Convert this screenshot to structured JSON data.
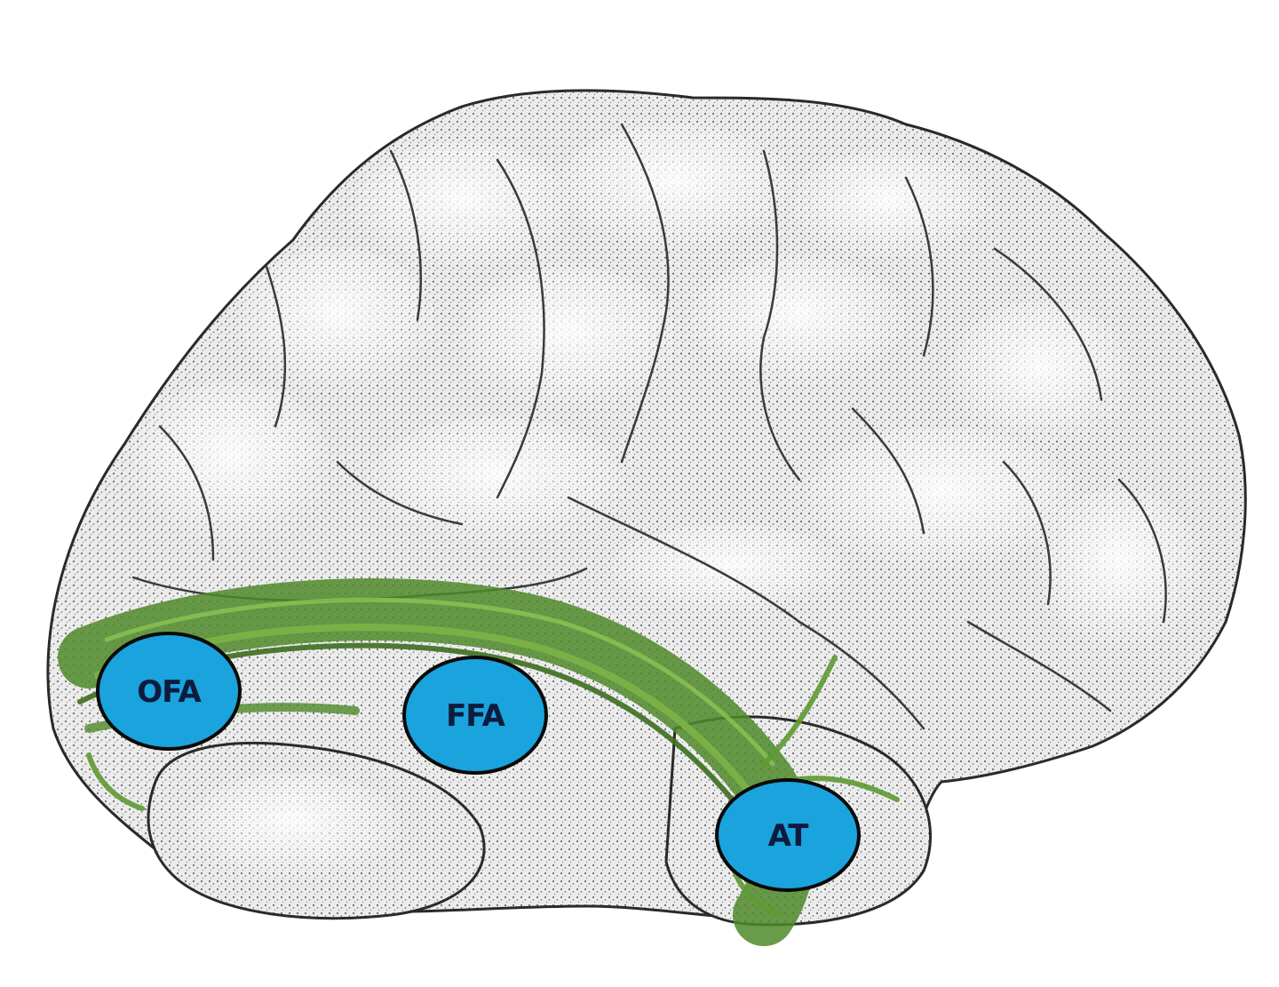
{
  "regions": [
    {
      "id": "ofa",
      "label": "OFA"
    },
    {
      "id": "ffa",
      "label": "FFA"
    },
    {
      "id": "at",
      "label": "AT"
    }
  ],
  "colors": {
    "region_fill": "#1aa3dc",
    "region_stroke": "#0a0a0a",
    "region_text": "#0d1b3d",
    "tract": "#4f8a2a",
    "tract_light": "#7db247",
    "cortex_fill": "#e6e6e6",
    "cortex_outline": "#2a2a2a"
  }
}
